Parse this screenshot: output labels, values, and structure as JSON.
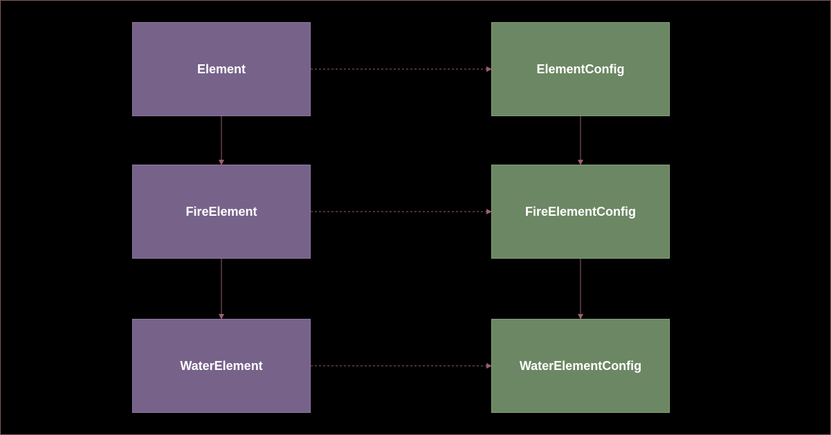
{
  "colors": {
    "background": "#000000",
    "class_box": "#77628a",
    "config_box": "#6c8763",
    "edge": "#9a5f6e",
    "text": "#ffffff"
  },
  "nodes": {
    "element": "Element",
    "fire_element": "FireElement",
    "water_element": "WaterElement",
    "element_config": "ElementConfig",
    "fire_element_config": "FireElementConfig",
    "water_element_config": "WaterElementConfig"
  },
  "edges": [
    {
      "from": "element",
      "to": "fire_element",
      "style": "solid"
    },
    {
      "from": "fire_element",
      "to": "water_element",
      "style": "solid"
    },
    {
      "from": "element_config",
      "to": "fire_element_config",
      "style": "solid"
    },
    {
      "from": "fire_element_config",
      "to": "water_element_config",
      "style": "solid"
    },
    {
      "from": "element",
      "to": "element_config",
      "style": "dashed"
    },
    {
      "from": "fire_element",
      "to": "fire_element_config",
      "style": "dashed"
    },
    {
      "from": "water_element",
      "to": "water_element_config",
      "style": "dashed"
    }
  ]
}
